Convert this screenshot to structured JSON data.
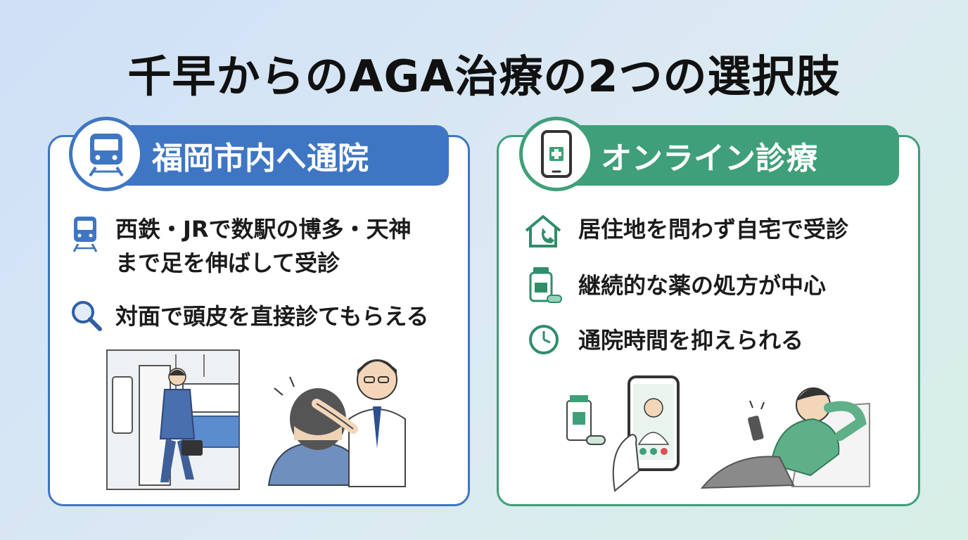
{
  "title": "千早からのAGA治療の2つの選択肢",
  "left_card": {
    "heading": "福岡市内へ通院",
    "badge_icon": "train-icon",
    "items": [
      {
        "icon": "train-icon",
        "line1": "西鉄・JRで数駅の博多・天神",
        "line2": "まで足を伸ばして受診"
      },
      {
        "icon": "magnifier-icon",
        "line1": "対面で頭皮を直接診てもらえる"
      }
    ],
    "illustrations": [
      "commuter-train-illustration",
      "doctor-scalp-exam-illustration"
    ]
  },
  "right_card": {
    "heading": "オンライン診療",
    "badge_icon": "smartphone-medical-icon",
    "items": [
      {
        "icon": "house-phone-icon",
        "text": "居住地を問わず自宅で受診"
      },
      {
        "icon": "medicine-bottle-icon",
        "text": "継続的な薬の処方が中心"
      },
      {
        "icon": "clock-icon",
        "text": "通院時間を抑えられる"
      }
    ],
    "illustrations": [
      "video-call-illustration",
      "relaxing-man-illustration"
    ]
  },
  "colors": {
    "blue": "#3f76c3",
    "green": "#3f9f79"
  }
}
